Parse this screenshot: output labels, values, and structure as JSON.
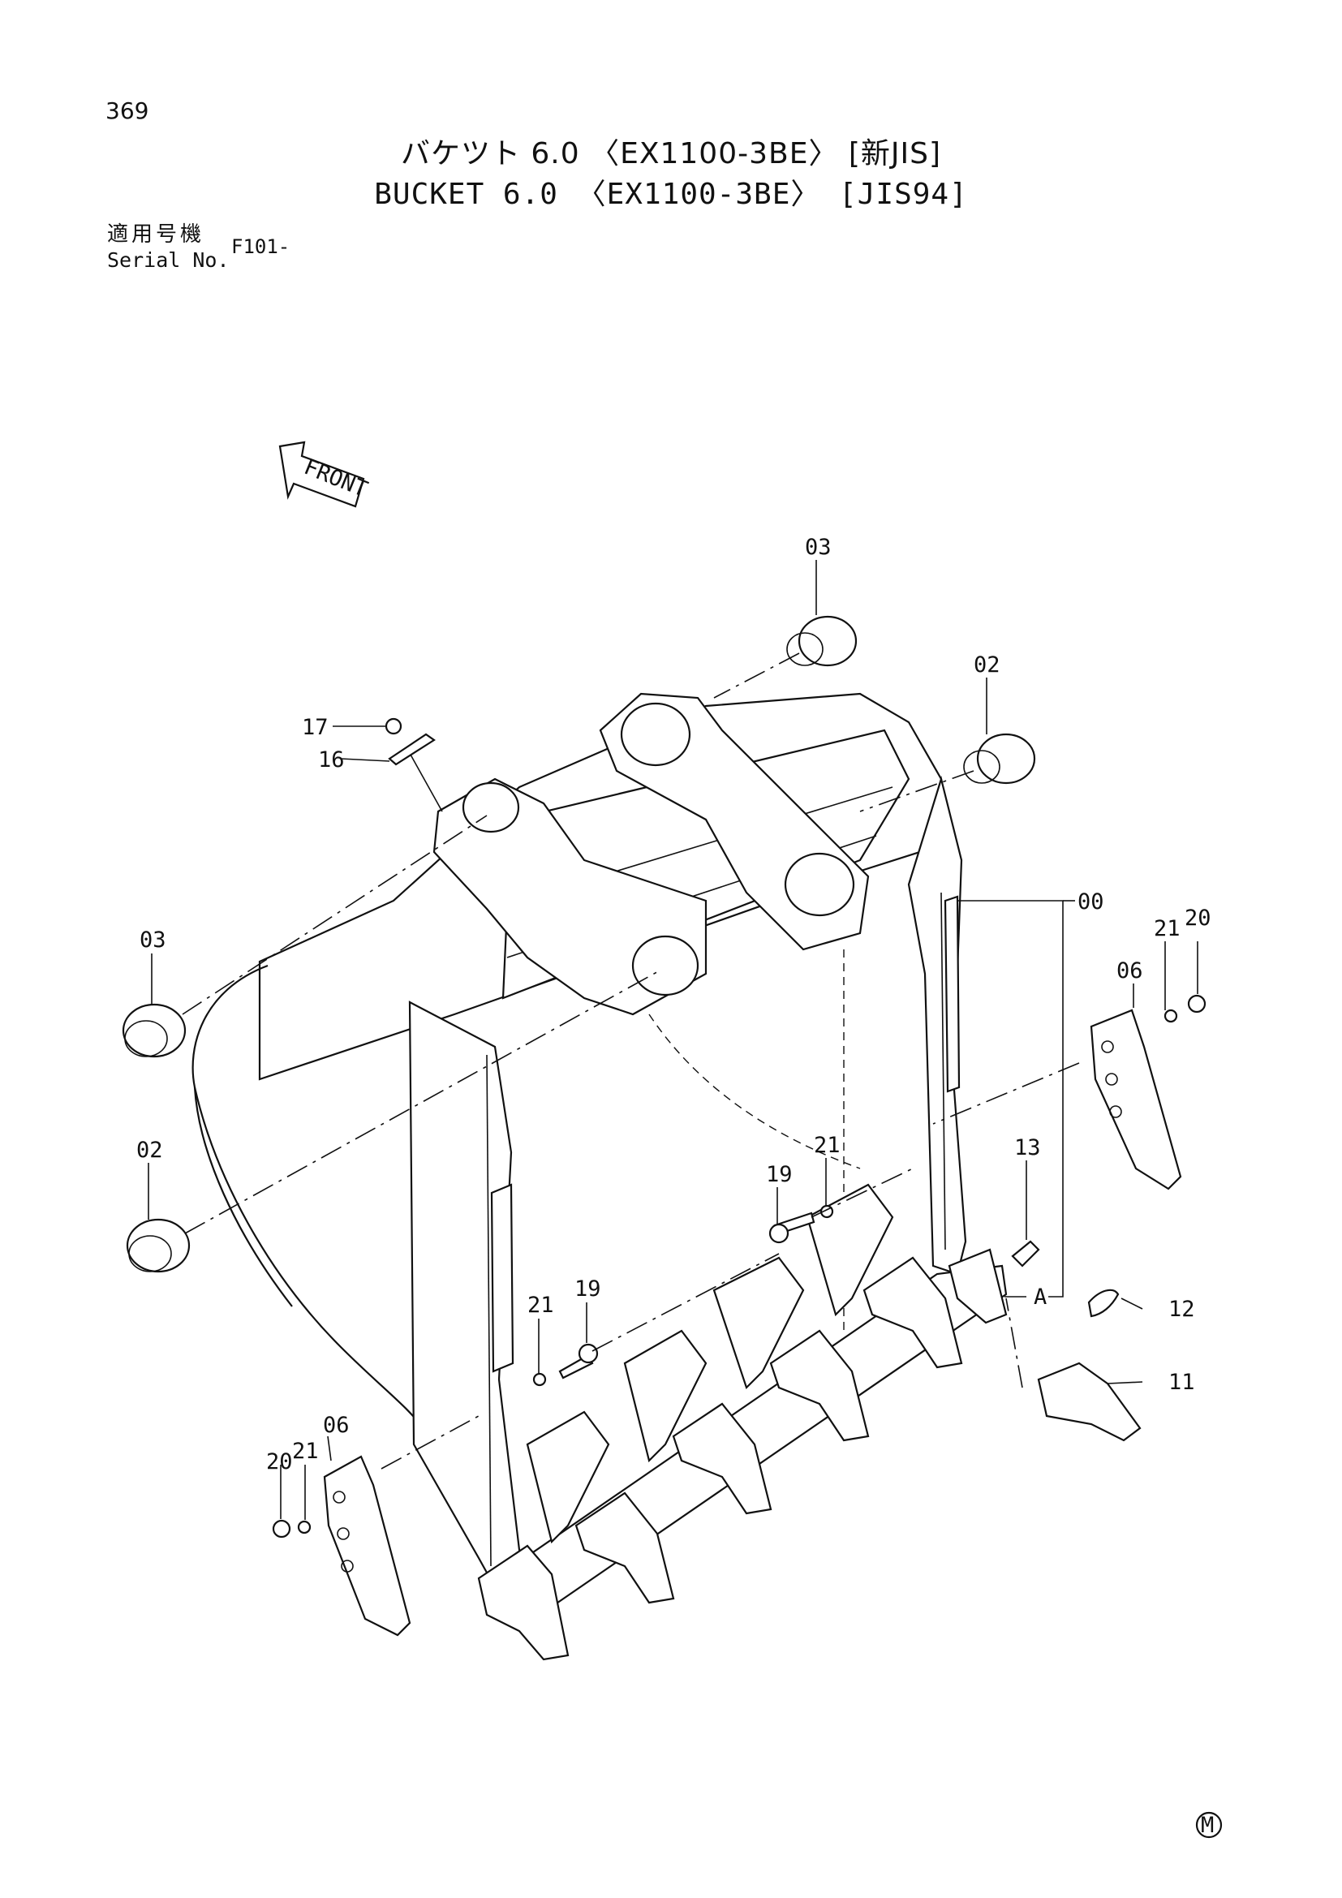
{
  "page_number": "369",
  "title_jp": "バケツト 6.0 〈EX1100-3BE〉 [新JIS]",
  "title_en": "BUCKET 6.0 〈EX1100-3BE〉 [JIS94]",
  "serial": {
    "label_jp": "適用号機",
    "label_en": "Serial No.",
    "value": "F101-"
  },
  "front_label": "FRONT",
  "mark": "M",
  "parts": {
    "p00": "00",
    "p02a": "02",
    "p02b": "02",
    "p03a": "03",
    "p03b": "03",
    "p06a": "06",
    "p06b": "06",
    "p11": "11",
    "p12": "12",
    "p13": "13",
    "p16": "16",
    "p17": "17",
    "p19a": "19",
    "p19b": "19",
    "p20a": "20",
    "p20b": "20",
    "p21a": "21",
    "p21b": "21",
    "p21c": "21",
    "p21d": "21",
    "refA": "A"
  }
}
